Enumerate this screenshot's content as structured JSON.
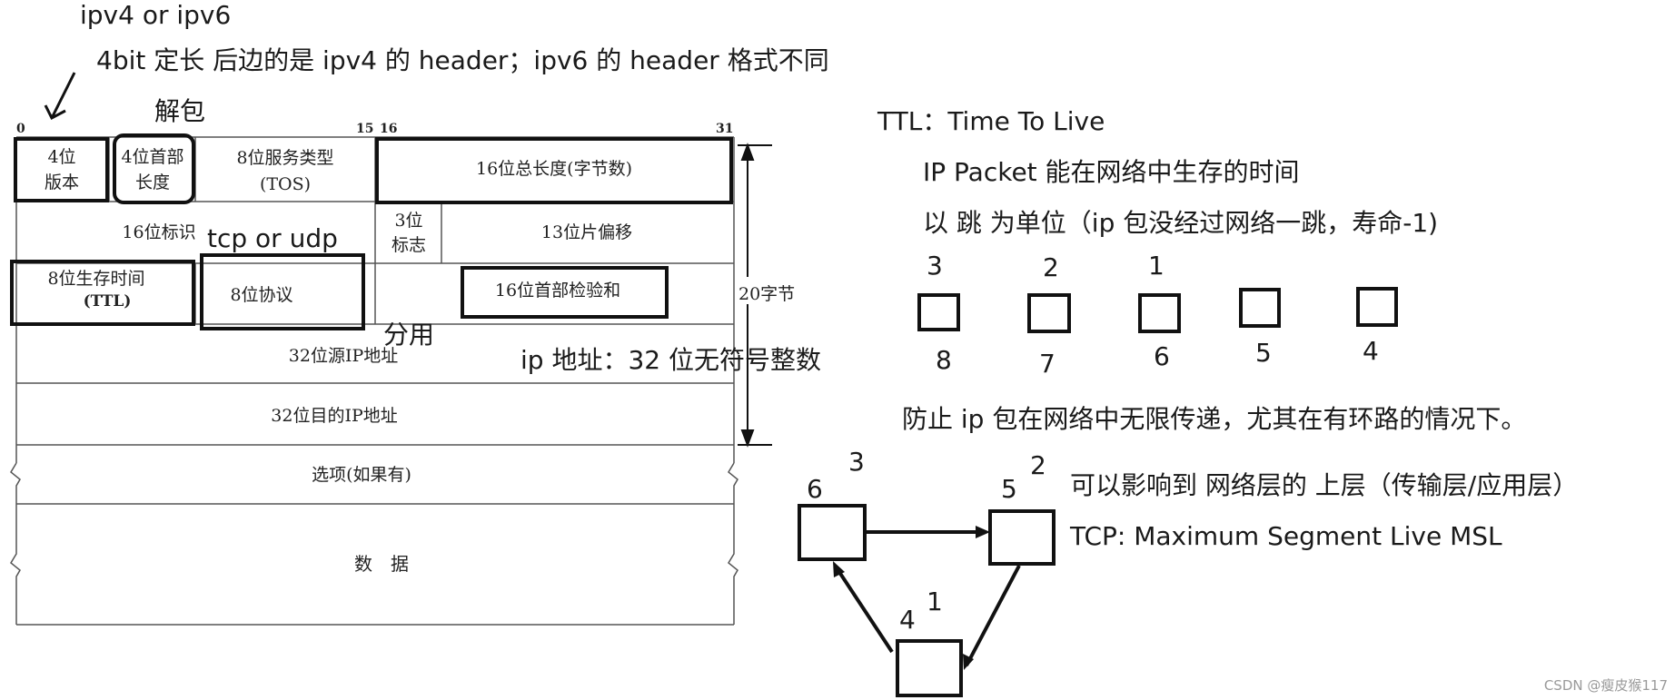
{
  "top_notes": {
    "ipv4_or_ipv6": "ipv4 or ipv6",
    "version_note": "4bit 定长  后边的是 ipv4 的 header；ipv6 的 header 格式不同",
    "unpack": "解包",
    "tcp_or_udp": "tcp or udp",
    "reuse": "分用",
    "ip_addr_note": "ip 地址：32 位无符号整数"
  },
  "header_table": {
    "bit_labels": [
      "0",
      "15",
      "16",
      "31"
    ],
    "row1": {
      "version": [
        "4位",
        "版本"
      ],
      "ihl": [
        "4位首部",
        "长度"
      ],
      "tos": [
        "8位服务类型",
        "(TOS)"
      ],
      "total_length": "16位总长度(字节数)"
    },
    "row2": {
      "identification": "16位标识",
      "flags": [
        "3位",
        "标志"
      ],
      "fragment_offset": "13位片偏移"
    },
    "row3": {
      "ttl": [
        "8位生存时间",
        "(TTL)"
      ],
      "protocol": "8位协议",
      "checksum": "16位首部检验和"
    },
    "row4": {
      "src_ip": "32位源IP地址"
    },
    "row5": {
      "dst_ip": "32位目的IP地址"
    },
    "row6": {
      "options": "选项(如果有)"
    },
    "row7": {
      "data": "数　据"
    },
    "size_label": "20字节"
  },
  "ttl_notes": {
    "title": "TTL：Time To Live",
    "line1": "IP Packet 能在网络中生存的时间",
    "line2": "以 跳 为单位（ip 包没经过网络一跳，寿命-1)",
    "hop_top_numbers": [
      "3",
      "2",
      "1"
    ],
    "hop_bottom_numbers": [
      "8",
      "7",
      "6",
      "5",
      "4"
    ],
    "prevent": "防止 ip 包在网络中无限传递，尤其在有环路的情况下。",
    "affect": "可以影响到 网络层的 上层（传输层/应用层）",
    "msl": "TCP: Maximum Segment Live     MSL"
  },
  "loop_numbers": {
    "left_a": "6",
    "left_b": "3",
    "right_a": "5",
    "right_b": "2",
    "bottom_a": "4",
    "bottom_b": "1"
  },
  "watermark": "CSDN @瘦皮猴117"
}
